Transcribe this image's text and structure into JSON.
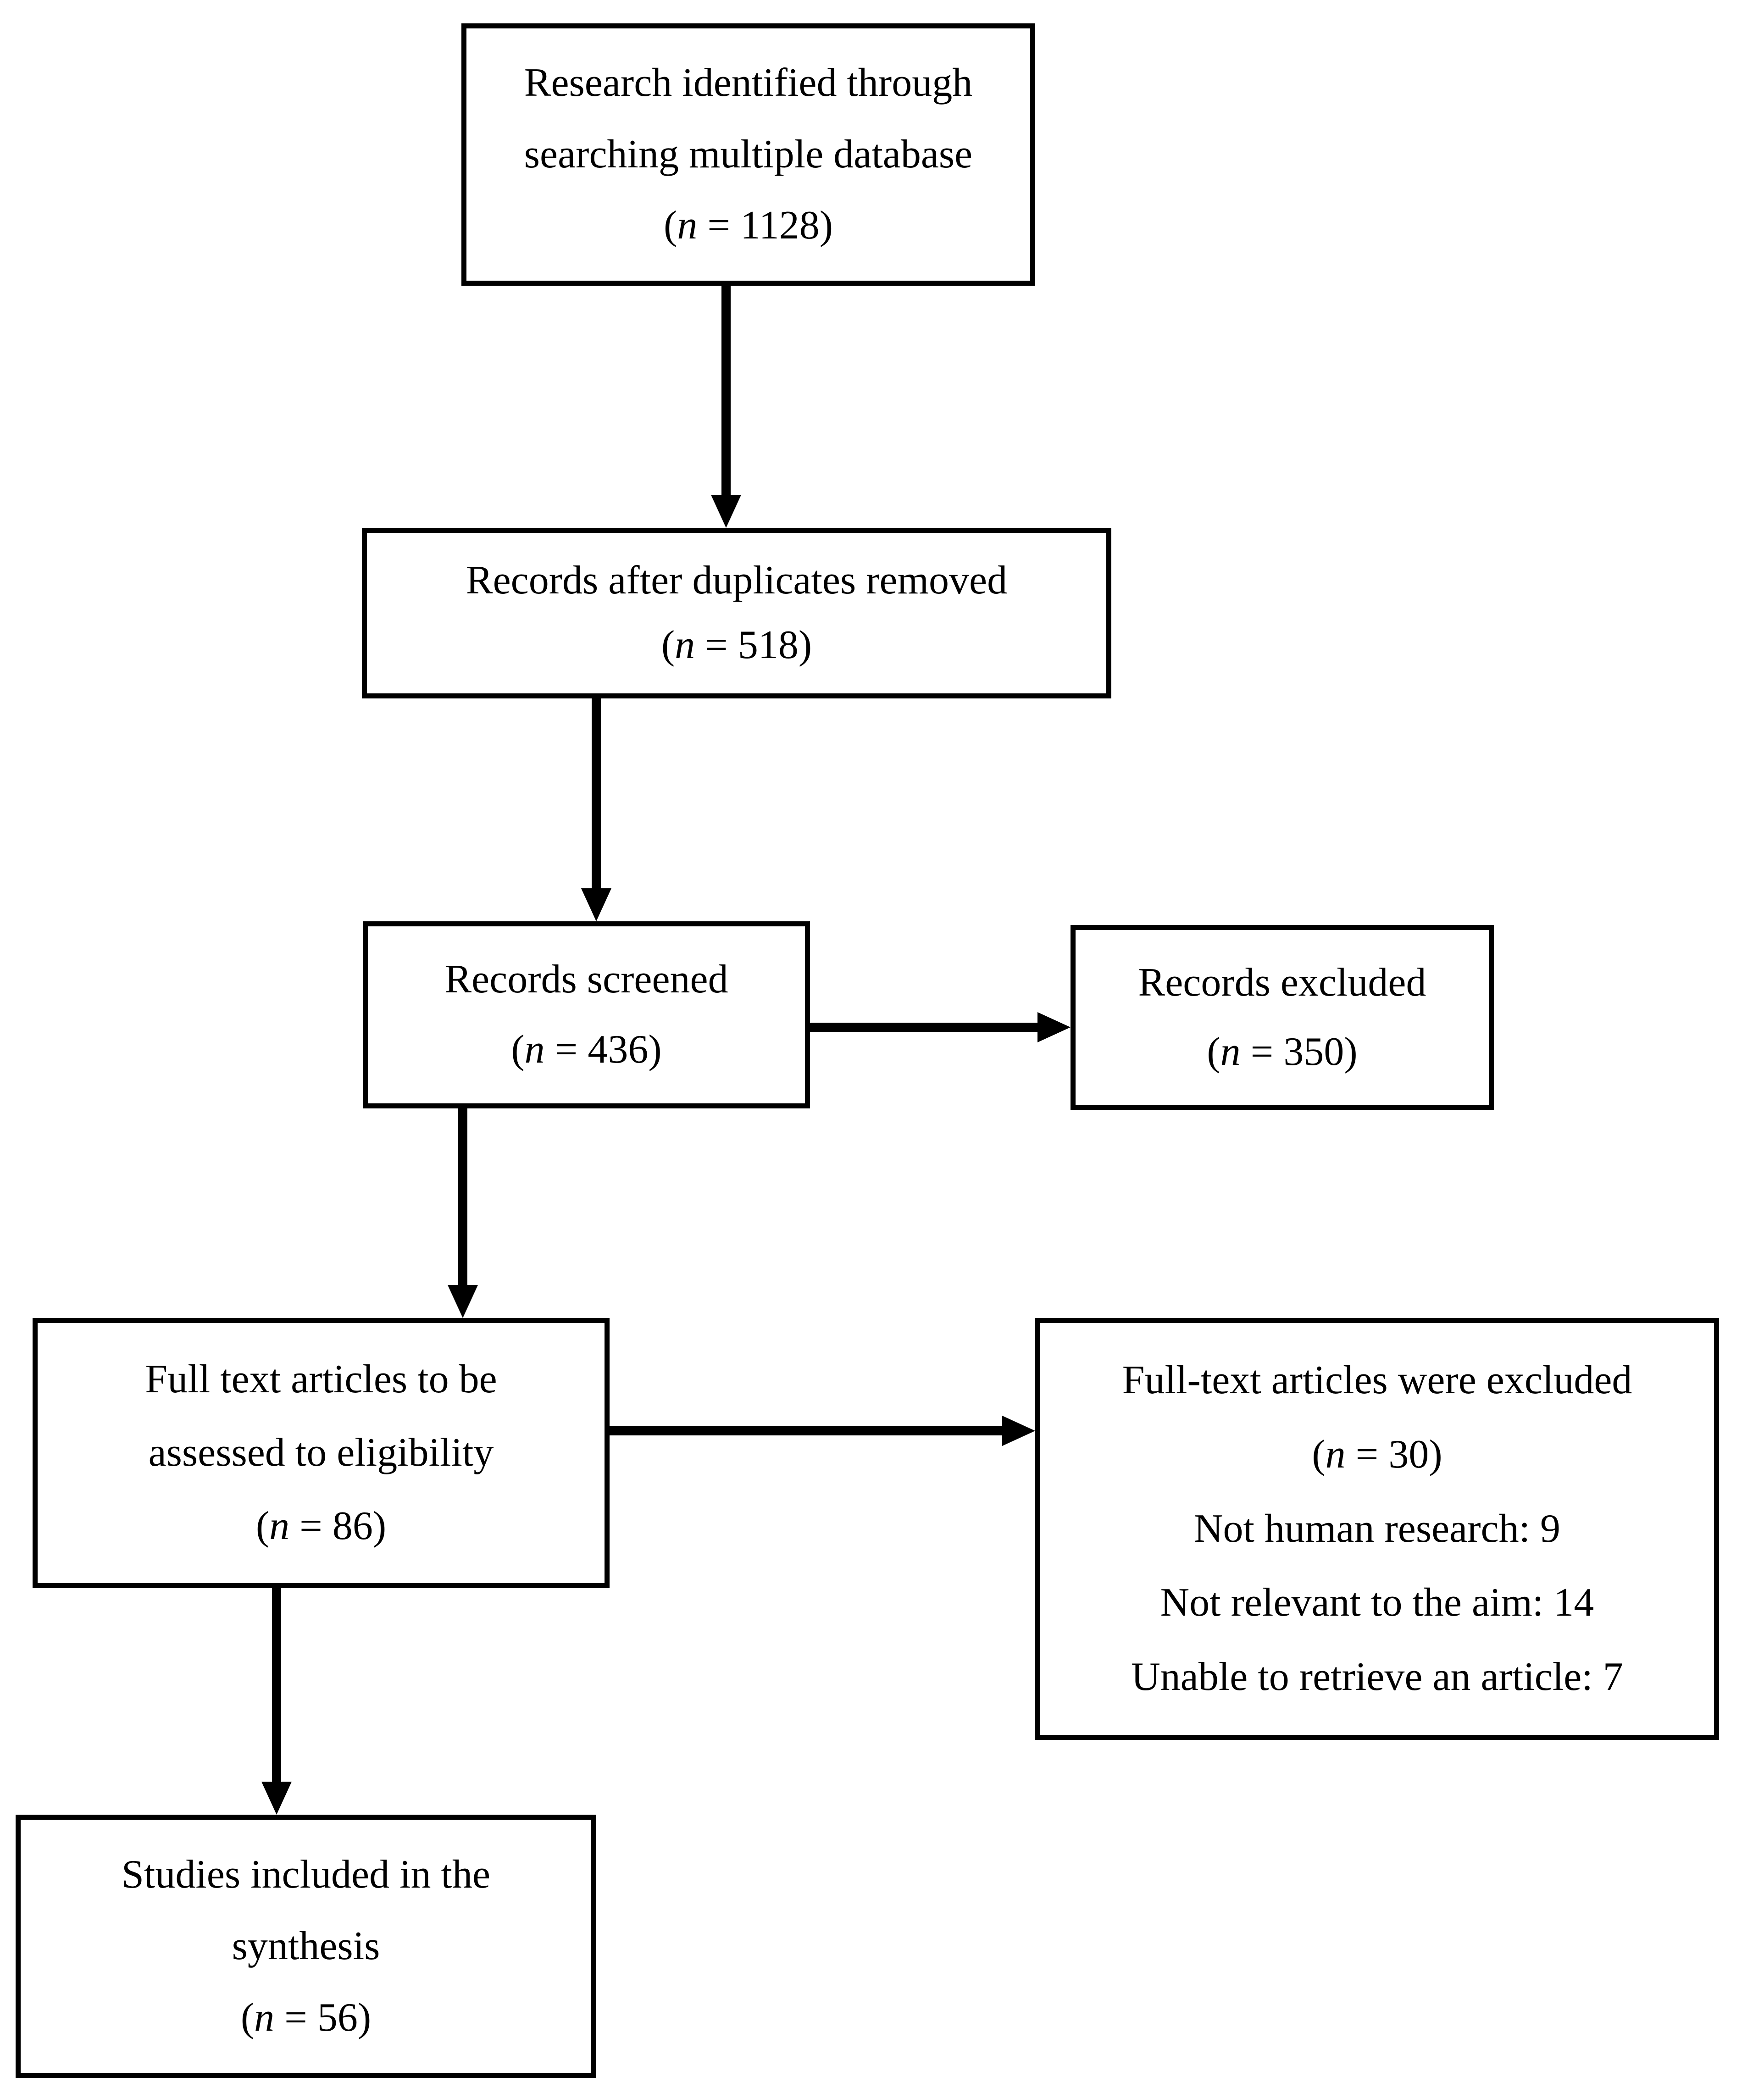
{
  "colors": {
    "foreground": "#000000",
    "background": "#ffffff"
  },
  "symbols": {
    "open_paren": "(",
    "n_italic": "n",
    "equals": " = ",
    "close_paren": ")"
  },
  "boxes": {
    "identification": {
      "lines": [
        "Research identified through",
        "searching multiple database"
      ],
      "n_value": "1128"
    },
    "duplicates": {
      "lines": [
        "Records after duplicates removed"
      ],
      "n_value": "518"
    },
    "screened": {
      "lines": [
        "Records screened"
      ],
      "n_value": "436"
    },
    "records_excluded": {
      "lines": [
        "Records excluded"
      ],
      "n_value": "350"
    },
    "eligibility": {
      "lines": [
        "Full text articles to be",
        "assessed to eligibility"
      ],
      "n_value": "86"
    },
    "fulltext_excluded": {
      "lines": [
        "Full-text articles were excluded"
      ],
      "n_value": "30",
      "reasons": [
        "Not human research: 9",
        "Not relevant to the aim: 14",
        "Unable to retrieve an article: 7"
      ]
    },
    "included": {
      "lines": [
        "Studies included in the",
        "synthesis"
      ],
      "n_value": "56"
    }
  }
}
